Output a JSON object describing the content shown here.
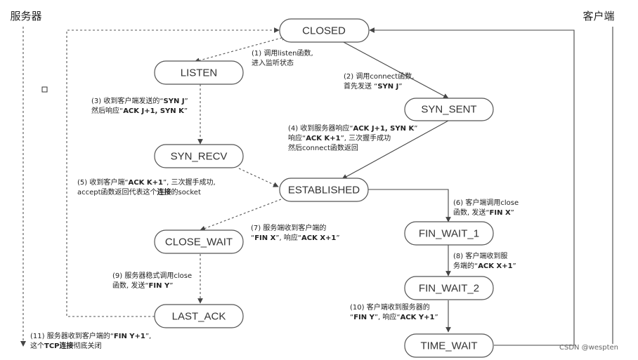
{
  "sides": {
    "server": "服务器",
    "client": "客户端"
  },
  "states": {
    "closed": "CLOSED",
    "listen": "LISTEN",
    "syn_sent": "SYN_SENT",
    "syn_recv": "SYN_RECV",
    "established": "ESTABLISHED",
    "close_wait": "CLOSE_WAIT",
    "fin_wait_1": "FIN_WAIT_1",
    "last_ack": "LAST_ACK",
    "fin_wait_2": "FIN_WAIT_2",
    "time_wait": "TIME_WAIT"
  },
  "notes": {
    "n1": {
      "l1": "(1) 调用listen函数,",
      "l2": "进入监听状态"
    },
    "n2": {
      "l1": "(2) 调用connect函数,",
      "l2a": "首先发送 “",
      "l2b": "SYN J",
      "l2c": "”"
    },
    "n3": {
      "l1a": "(3) 收到客户端发送的“",
      "l1b": "SYN J",
      "l1c": "”",
      "l2a": "然后响应“",
      "l2b": "ACK J+1, SYN K",
      "l2c": "”"
    },
    "n4": {
      "l1a": "(4) 收到服务器响应“",
      "l1b": "ACK J+1, SYN K",
      "l1c": "”",
      "l2a": "响应“",
      "l2b": "ACK K+1",
      "l2c": "”, 三次握手成功",
      "l3": "然后connect函数返回"
    },
    "n5": {
      "l1a": "(5) 收到客户端“",
      "l1b": "ACK K+1",
      "l1c": "”, 三次握手成功,",
      "l2a": "accept函数返回代表这个",
      "l2b": "连接",
      "l2c": "的socket"
    },
    "n6": {
      "l1": "(6) 客户端调用close",
      "l2a": "函数, 发送“",
      "l2b": "FIN X",
      "l2c": "”"
    },
    "n7": {
      "l1": "(7) 服务端收到客户端的",
      "l2a": "“",
      "l2b": "FIN X",
      "l2c": "”, 响应“",
      "l2d": "ACK X+1",
      "l2e": "”"
    },
    "n8": {
      "l1": "(8) 客户端收到服",
      "l2a": "务端的“",
      "l2b": "ACK X+1",
      "l2c": "”"
    },
    "n9": {
      "l1": "(9) 服务器稳式调用close",
      "l2a": "函数, 发送“",
      "l2b": "FIN Y",
      "l2c": "”"
    },
    "n10": {
      "l1": "(10) 客户端收到服务器的",
      "l2a": "“",
      "l2b": "FIN Y",
      "l2c": "”, 响应“",
      "l2d": "ACK Y+1",
      "l2e": "”"
    },
    "n11": {
      "l1a": "(11) 服务器收到客户端的“",
      "l1b": "FIN Y+1",
      "l1c": "”,",
      "l2a": "这个",
      "l2b": "TCP连接",
      "l2c": "彻底关闭"
    }
  },
  "watermark": "CSDN @wespten"
}
